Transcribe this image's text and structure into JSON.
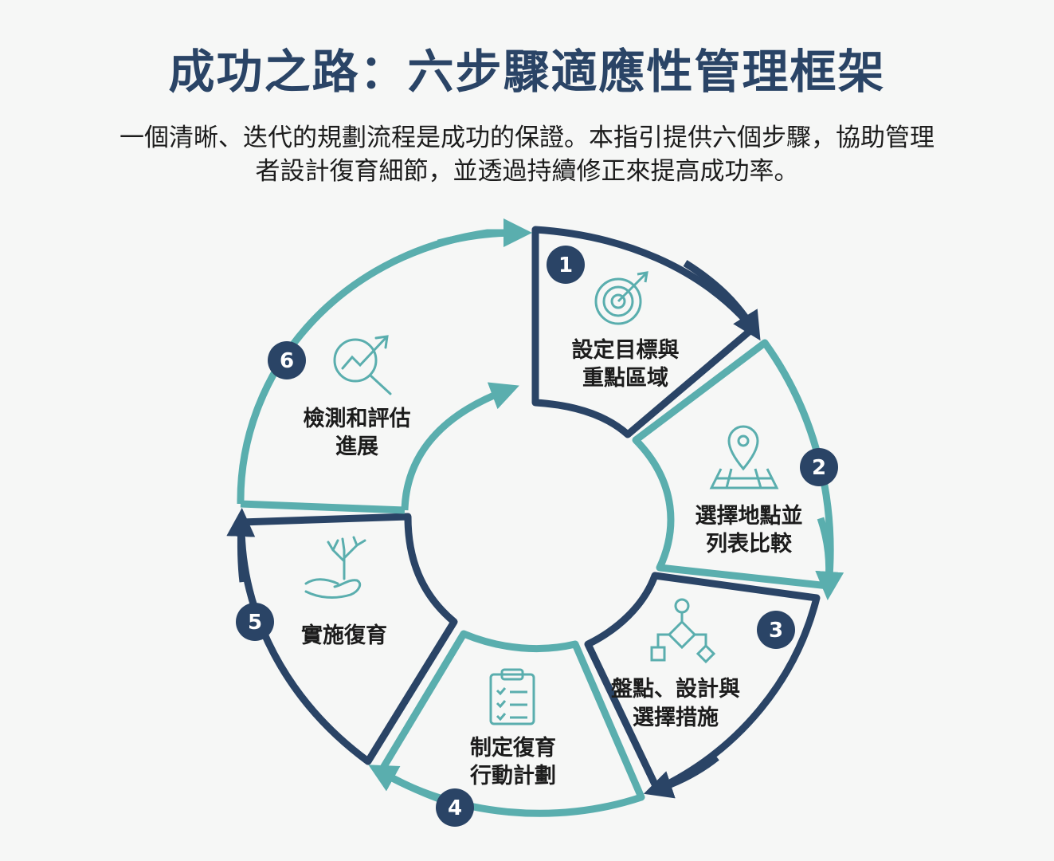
{
  "title": "成功之路：六步驟適應性管理框架",
  "subtitle_line1": "一個清晰、迭代的規劃流程是成功的保證。本指引提供六個步驟，協助管理",
  "subtitle_line2": "者設計復育細節，並透過持續修正來提高成功率。",
  "colors": {
    "navy": "#2a4466",
    "teal": "#5aaeae",
    "title": "#2a4466"
  },
  "steps": [
    {
      "number": "1",
      "line1": "設定目標與",
      "line2": "重點區域",
      "icon": "target-icon",
      "border": "navy"
    },
    {
      "number": "2",
      "line1": "選擇地點並",
      "line2": "列表比較",
      "icon": "map-pin-icon",
      "border": "teal"
    },
    {
      "number": "3",
      "line1": "盤點、設計與",
      "line2": "選擇措施",
      "icon": "flowchart-icon",
      "border": "navy"
    },
    {
      "number": "4",
      "line1": "制定復育",
      "line2": "行動計劃",
      "icon": "clipboard-checklist-icon",
      "border": "teal"
    },
    {
      "number": "5",
      "line1": "實施復育",
      "line2": "",
      "icon": "hand-coral-icon",
      "border": "navy"
    },
    {
      "number": "6",
      "line1": "檢測和評估",
      "line2": "進展",
      "icon": "chart-magnifier-icon",
      "border": "teal"
    }
  ]
}
